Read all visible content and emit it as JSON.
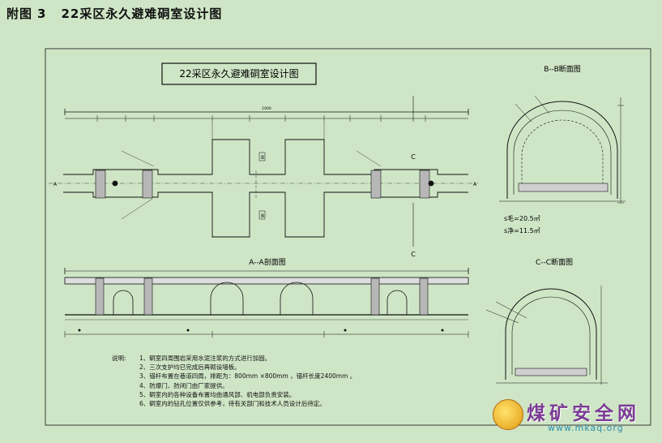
{
  "page_title": {
    "prefix": "附图",
    "number": "3",
    "text": "22采区永久避难硐室设计图"
  },
  "drawing": {
    "title": "22采区永久避难硐室设计图",
    "views": {
      "plan_width_label": "1000",
      "section_aa_label": "A--A剖面图",
      "section_bb_label": "B--B断面图",
      "section_cc_label": "C--C断面图",
      "marker_b": "B",
      "marker_c": "C",
      "marker_a": "A"
    },
    "areas": {
      "rough": "s毛=20.5㎡",
      "net": "s净=11.5㎡"
    }
  },
  "notes": {
    "heading": "说明:",
    "items": [
      "1、硐室四周围岩采用水泥注浆的方式进行加固。",
      "2、三次支护均已完成后再砌设墙板。",
      "3、锚杆布置在巷道四周，排距为：800mm ×800mm ，锚杆长度2400mm 。",
      "4、防爆门、防闭门由厂家提供。",
      "5、硐室内的各种设备布置均由通风部、机电部负责安装。",
      "6、硐室内的钻孔位置仅供参考，待有关部门和技术人员设计后待定。"
    ]
  },
  "watermark": {
    "name": "煤矿安全网",
    "url": "www.mkaq.org"
  }
}
